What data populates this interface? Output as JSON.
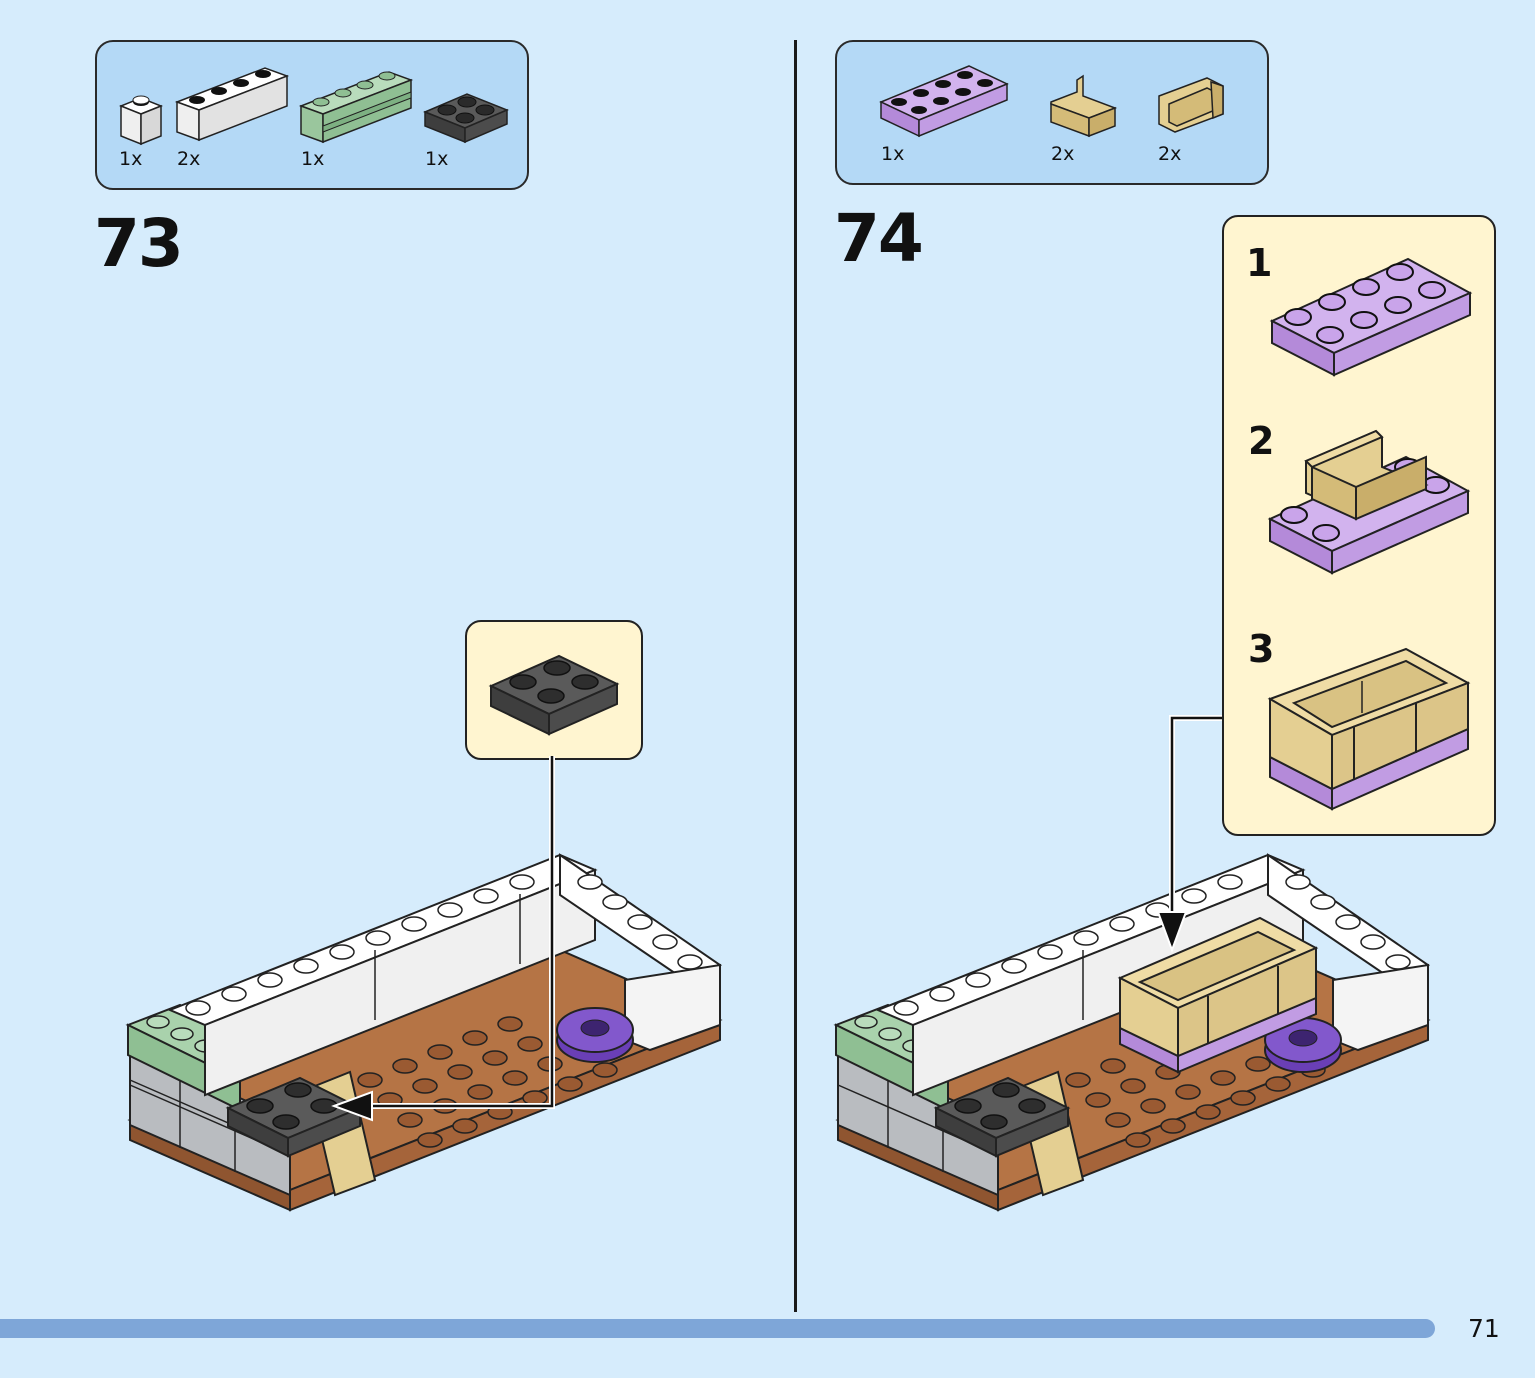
{
  "steps": [
    {
      "number": "73",
      "parts": [
        {
          "qty": "1x",
          "name": "white-brick-1x1"
        },
        {
          "qty": "2x",
          "name": "white-brick-1x4"
        },
        {
          "qty": "1x",
          "name": "sand-green-panel-1x4"
        },
        {
          "qty": "1x",
          "name": "dark-gray-plate-2x2"
        }
      ]
    },
    {
      "number": "74",
      "parts": [
        {
          "qty": "1x",
          "name": "lavender-plate-2x4"
        },
        {
          "qty": "2x",
          "name": "tan-seat-corner"
        },
        {
          "qty": "2x",
          "name": "tan-sofa-side"
        }
      ],
      "substeps": [
        "1",
        "2",
        "3"
      ]
    }
  ],
  "page_number": "71",
  "colors": {
    "background": "#d6ecfc",
    "parts_box": "#b4d9f6",
    "callout": "#fff5d0",
    "page_bar": "#7ea6d8",
    "white_brick": "#f6f6f6",
    "sand_green": "#a9d2ac",
    "dark_gray": "#4a4a4a",
    "lavender": "#c7a2e6",
    "tan": "#e4cf92",
    "reddish_brown": "#b57445",
    "light_gray": "#b9bcc0",
    "dark_purple": "#6a3fb6"
  }
}
